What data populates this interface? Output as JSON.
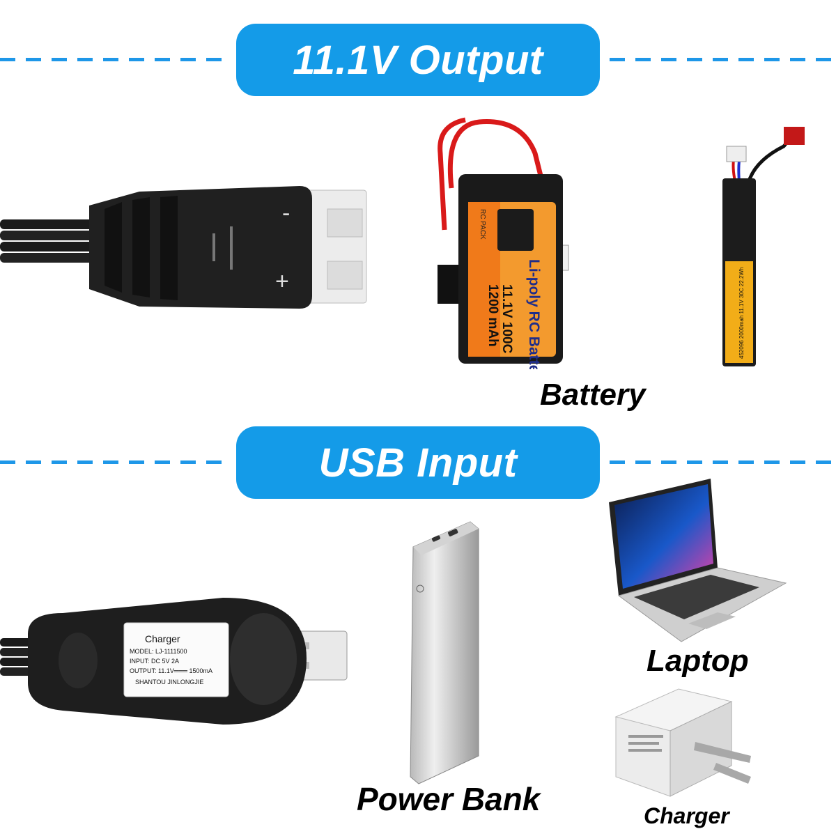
{
  "sections": {
    "output": {
      "label": "11.1V Output"
    },
    "input": {
      "label": "USB Input"
    }
  },
  "captions": {
    "battery": "Battery",
    "laptop": "Laptop",
    "power_bank": "Power Bank",
    "charger": "Charger"
  },
  "battery_label": {
    "side": "RC PACK",
    "brand": "Li-poly RC Battery",
    "voltage": "11.1V 100C",
    "capacity": "1200 mAh"
  },
  "stick_battery_label": "452096 2000mah 11.1V 30C 22.2Wh",
  "usb_charger_label": {
    "title": "Charger",
    "model": "MODEL: LJ-1111500",
    "input": "INPUT:  DC  5V  2A",
    "output": "OUTPUT: 11.1V═══ 1500mA",
    "maker": "SHANTOU JINLONGJIE"
  },
  "connector_marks": {
    "minus": "-",
    "plus": "+"
  },
  "colors": {
    "accent": "#149be8",
    "dash": "#1e97e8"
  }
}
